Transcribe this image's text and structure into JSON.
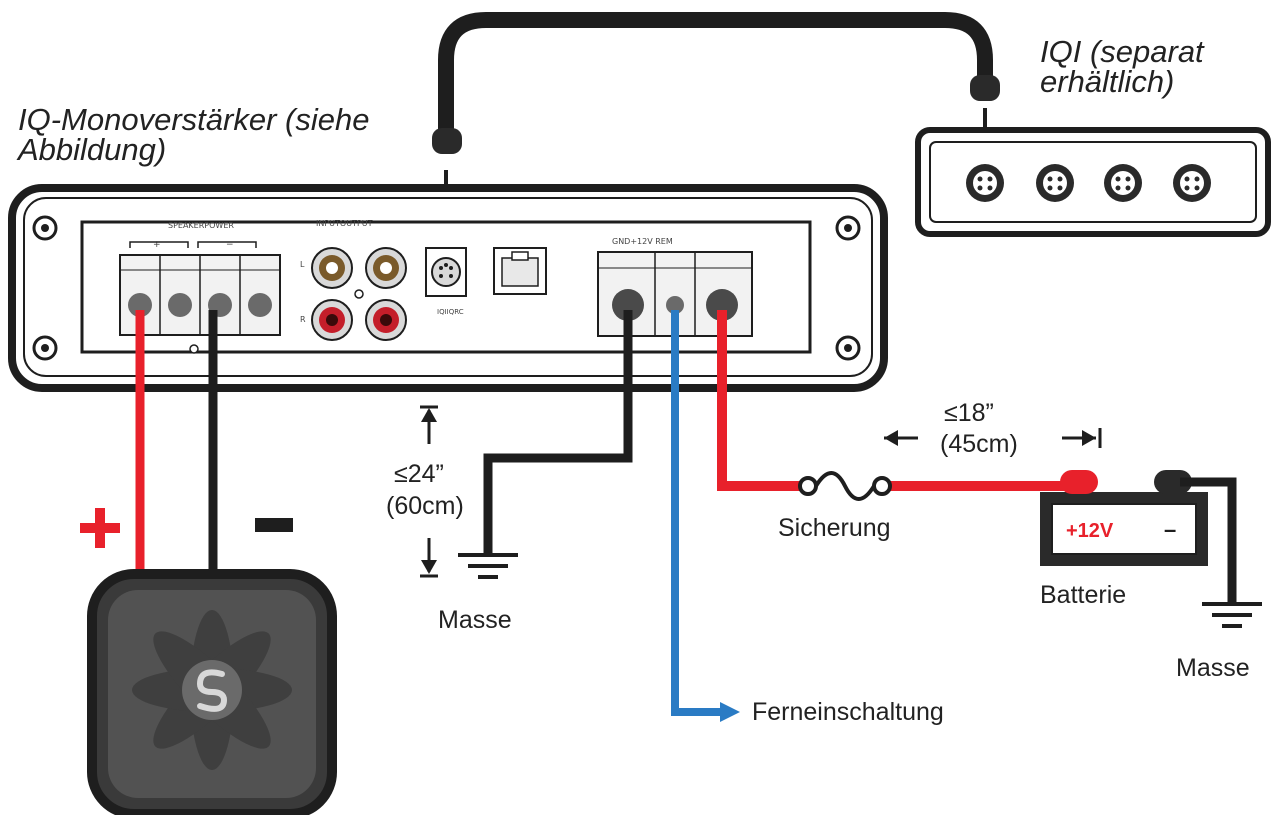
{
  "amplifier": {
    "title_line1": "IQ-Monoverstärker (siehe",
    "title_line2": "Abbildung)",
    "speaker_power_label": "SPEAKERPOWER",
    "input_output_label": "INPUTOUTPUT",
    "plus_sign": "+",
    "minus_sign": "−",
    "channel_l": "L",
    "channel_r": "R",
    "iqi_port_label": "IQIIQRC",
    "power_terminal_label": "GND+12V REM"
  },
  "iqi": {
    "title_line1": "IQI (separat",
    "title_line2": "erhältlich)"
  },
  "ground_distance": {
    "line1": "≤24”",
    "line2": "(60cm)"
  },
  "fuse_distance": {
    "line1": "≤18”",
    "line2": "(45cm)"
  },
  "labels": {
    "fuse": "Sicherung",
    "battery": "Batterie",
    "ground_left": "Masse",
    "ground_right": "Masse",
    "remote": "Ferneinschaltung",
    "battery_plus": "+12V",
    "battery_minus": "–"
  },
  "colors": {
    "positive_wire": "#e8212b",
    "negative_wire": "#1e1e1e",
    "remote_wire": "#2a7bc4",
    "amp_body": "#2a2a2a",
    "subwoofer": "#4a4a4a"
  }
}
